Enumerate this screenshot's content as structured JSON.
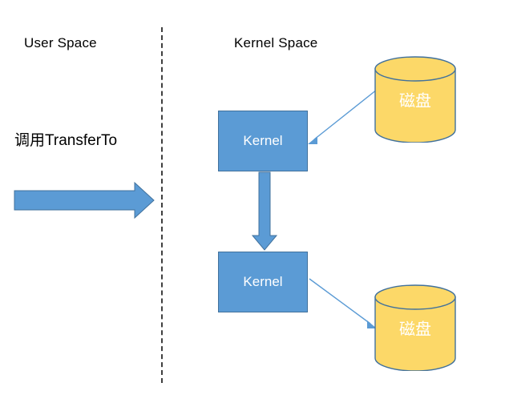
{
  "diagram": {
    "title_user_space": "User Space",
    "title_kernel_space": "Kernel Space",
    "call_label_cn": "调用",
    "call_label_en": "TransferTo",
    "kernel_box_top_label": "Kernel",
    "kernel_box_bottom_label": "Kernel",
    "disk_top_label": "磁盘",
    "disk_bottom_label": "磁盘",
    "colors": {
      "kernel_fill": "#5B9BD5",
      "kernel_stroke": "#41719C",
      "disk_fill": "#FCD868",
      "disk_stroke": "#41719C",
      "arrow_fill": "#5B9BD5",
      "arrow_stroke": "#41719C",
      "connector_stroke": "#5B9BD5",
      "divider_stroke": "#3F3F3F",
      "spellcheck_underline": "#FF0000",
      "text_dark": "#000000",
      "text_light": "#FFFFFF"
    }
  }
}
